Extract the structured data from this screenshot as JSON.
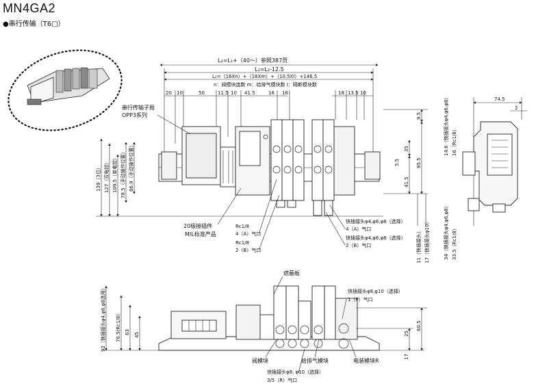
{
  "header": {
    "model": "MN4GA2",
    "subtitle": "●串行传输（T6□）"
  },
  "top_dims": {
    "l2": "L₂=L₁+（40～）参照387页",
    "l1": "L₁=L₂-12.5",
    "l1_formula": "L₁=（16Xn）+（18Xm）+（10.5XI）+146.5",
    "legend": "n：阀模块连数  m：给排气模块数  I：隔断模块数",
    "seg_left": [
      "20",
      "10",
      "50",
      "11.5",
      "10",
      "41.5",
      "16",
      "16"
    ],
    "seg_right": [
      "18",
      "13.5",
      "10"
    ]
  },
  "labels": {
    "serial_station": "串行传输子局",
    "opp3": "OPP3系列",
    "conn20": "20极接插件",
    "mil": "MIL标准产品",
    "rc_a_1": "Rc1/8",
    "rc_a_2": "4（A）气口",
    "rc_b_1": "Rc1/8",
    "rc_b_2": "2（B）气口",
    "quick_a_1": "快插接头φ4,φ6,φ8（选择）",
    "quick_a_2": "4（A）气口",
    "quick_b_1": "快插接头φ4,φ6,φ8（选择）",
    "quick_b_2": "2（B）气口",
    "blank_plate": "遮蔽板",
    "quick_p_1": "快插接头φ8,φ10（选择）",
    "quick_p_2": "1（P）气口",
    "valve_block": "阀模块",
    "supply_block": "给排气模块",
    "end_block": "电装模块R",
    "quick_r_1": "快插接头φ8,  φ10（选择）",
    "quick_r_2": "3/5（R）气口"
  },
  "front_v_dims": {
    "d139": "139（3位）",
    "d127": "127（双电控）",
    "d1095": "109.5（单电控）",
    "d785": "78.5（手动操作位置）",
    "d669": "66.9（手动操作位置）",
    "d95": "9.5",
    "d35": "35",
    "d955": "95.5",
    "d415": "41.5",
    "d55": "5.5",
    "d11": "11（快插接头）",
    "d17": "17（快插接头φ10）"
  },
  "side_dims": {
    "d745": "74.5",
    "d2": "2",
    "d146": "14.6（快插接头φ4,φ6,φ8）",
    "d16": "16（Rc1/8）",
    "d34": "34（快插接头φ4,φ6,φ8）",
    "d335": "33.5（Rc1/8）"
  },
  "bottom_dims": {
    "d92": "92（快插接头φ4,φ6,φ8选用）",
    "d765": "76.5(Rc1/8)",
    "d63": "63",
    "d45": "45",
    "d25": "25",
    "d17": "17",
    "d605": "60.5"
  }
}
